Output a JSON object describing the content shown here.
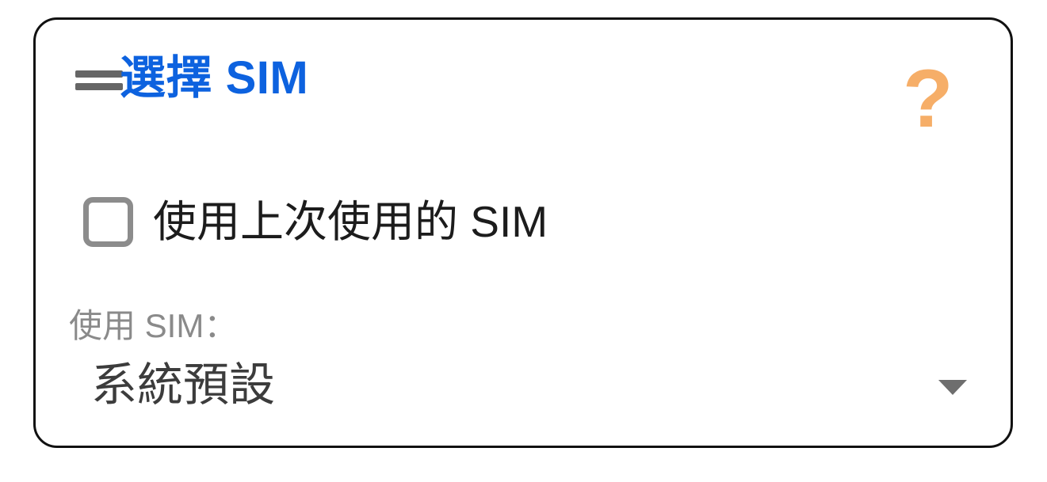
{
  "colors": {
    "title-blue": "#0d62df",
    "help-orange": "#f6ae68",
    "icon-grey": "#666666",
    "checkbox-grey": "#8c8c8c",
    "text-dark": "#1c1c1c",
    "label-grey": "#8a8a8a",
    "value-dark": "#3c3c3c",
    "arrow-grey": "#6e6e6e",
    "dialog-border": "#111111"
  },
  "dialog": {
    "title": "選擇 SIM",
    "help_icon": "?",
    "use_last_sim": {
      "label": "使用上次使用的 SIM",
      "checked": false
    },
    "use_sim": {
      "label": "使用 SIM：",
      "value": "系統預設"
    }
  }
}
